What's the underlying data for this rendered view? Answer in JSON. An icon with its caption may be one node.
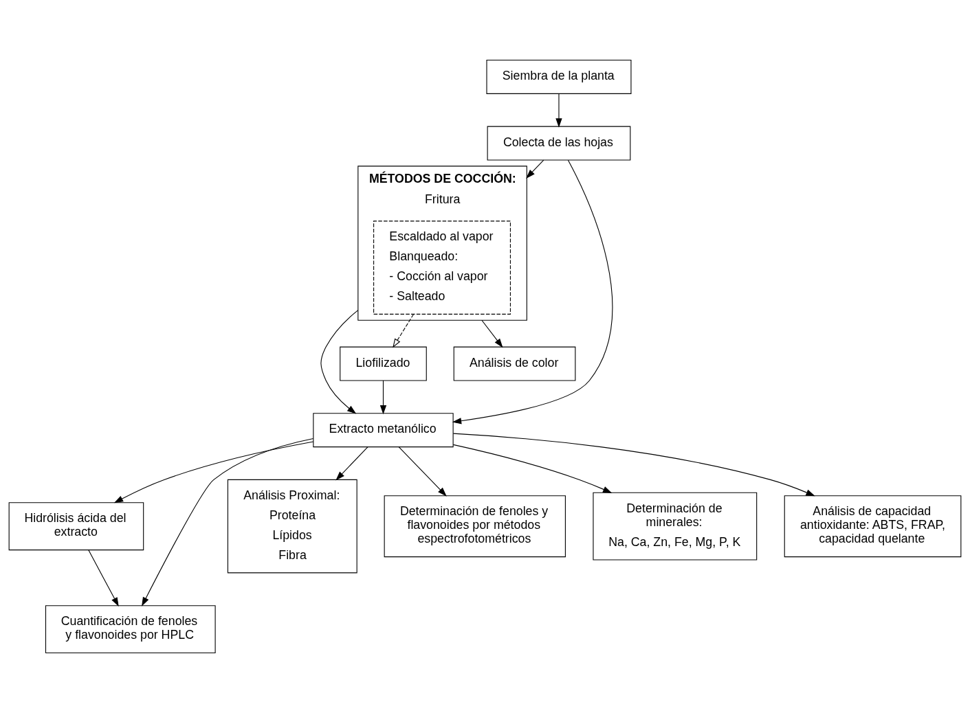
{
  "diagram": {
    "nodes": [
      {
        "text": [
          "Siembra de la planta"
        ]
      },
      {
        "text": [
          "Colecta de las hojas"
        ]
      },
      {
        "text": [
          "MÉTODOS DE COCCIÓN:",
          "Fritura"
        ]
      },
      {
        "text": [
          "Escaldado al vapor",
          "Blanqueado:",
          "- Cocción al vapor",
          "- Salteado"
        ],
        "in": 2
      },
      {
        "text": [
          "Extracto metanólico"
        ]
      },
      {
        "text": [
          "Liofilizado"
        ]
      },
      {
        "text": [
          "Hidrólisis ácida del extracto"
        ]
      },
      {
        "text": [
          "Cuantificación de fenoles y flavonoides por HPLC"
        ]
      },
      {
        "text": [
          "Análisis Proximal:",
          "Proteína",
          "Lípidos",
          "Fibra"
        ]
      },
      {
        "text": [
          "Análisis de color"
        ]
      },
      {
        "text": [
          "Determinación de fenoles y flavonoides por métodos espectrofotométricos"
        ]
      },
      {
        "text": [
          "Determinación de minerales:",
          "Na, Ca, Zn, Fe, Mg, P, K"
        ]
      },
      {
        "text": [
          "Análisis de capacidad antioxidante: ABTS, FRAP, capacidad quelante"
        ]
      }
    ],
    "edges": [
      {
        "from": 0,
        "to": 1,
        "arrow": "to"
      },
      {
        "from": 1,
        "to": 2,
        "arrow": "to"
      },
      {
        "from": 1,
        "to": 4,
        "arrow": "to"
      },
      {
        "from": 2,
        "to": 4,
        "arrow": "to"
      },
      {
        "from": 3,
        "to": 5,
        "arrow": "to",
        "style": "dashed"
      },
      {
        "from": 5,
        "to": 4,
        "arrow": "to"
      },
      {
        "from": 4,
        "to": 6,
        "arrow": "to"
      },
      {
        "from": 6,
        "to": 7,
        "arrow": "to"
      },
      {
        "from": 4,
        "to": 7,
        "arrow": "to"
      },
      {
        "from": 4,
        "to": 8,
        "arrow": "to"
      },
      {
        "from": 4,
        "to": 10,
        "arrow": "to"
      },
      {
        "from": 4,
        "to": 11,
        "arrow": "to"
      },
      {
        "from": 4,
        "to": 12,
        "arrow": "to"
      },
      {
        "from": 2,
        "to": 9,
        "arrow": "to"
      }
    ]
  }
}
